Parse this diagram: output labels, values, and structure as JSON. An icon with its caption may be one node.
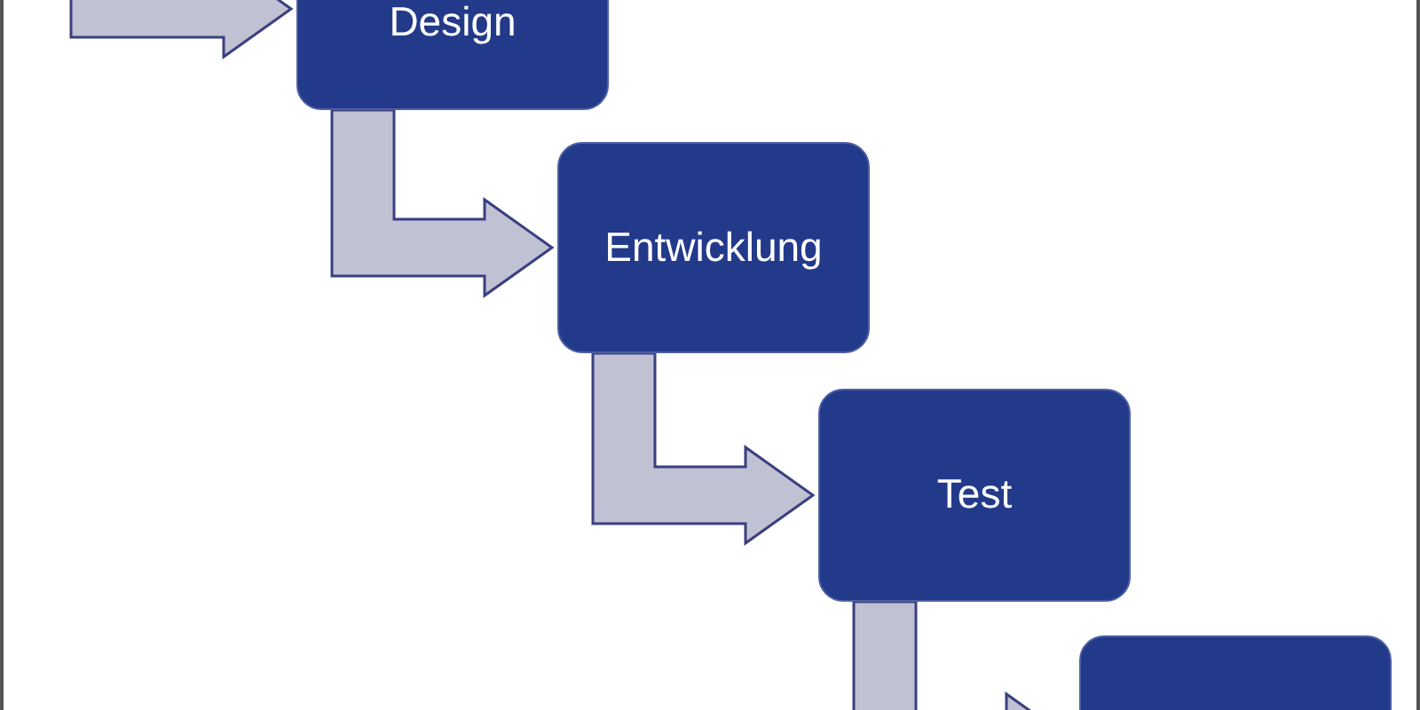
{
  "diagram": {
    "nodes": [
      {
        "text": [
          "Design"
        ]
      },
      {
        "text": [
          "Entwicklung"
        ]
      },
      {
        "text": [
          "Test"
        ]
      },
      {
        "text": [],
        "shape": "box"
      }
    ],
    "edges": [
      {
        "from": null,
        "to": 0,
        "arrow": "to"
      },
      {
        "from": 0,
        "to": 1,
        "arrow": "to"
      },
      {
        "from": 1,
        "to": 2,
        "arrow": "to"
      },
      {
        "from": 2,
        "to": 3,
        "arrow": "to"
      }
    ]
  }
}
